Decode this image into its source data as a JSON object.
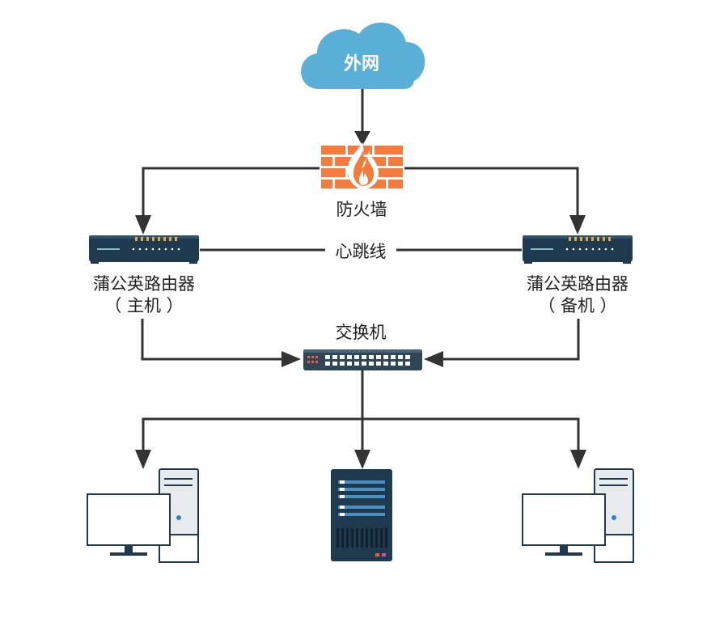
{
  "nodes": {
    "internet": {
      "label": "外网"
    },
    "firewall": {
      "label": "防火墙"
    },
    "heartbeat": {
      "label": "心跳线"
    },
    "router_main": {
      "line1": "蒲公英路由器",
      "line2": "（ 主机 ）"
    },
    "router_backup": {
      "line1": "蒲公英路由器",
      "line2": "（ 备机 ）"
    },
    "switch": {
      "label": "交换机"
    }
  },
  "colors": {
    "cloud": "#5aafd6",
    "firewall_brick": "#f47b3c",
    "device_dark": "#1f3a4e",
    "line": "#333333",
    "led": "#e9a93b"
  }
}
